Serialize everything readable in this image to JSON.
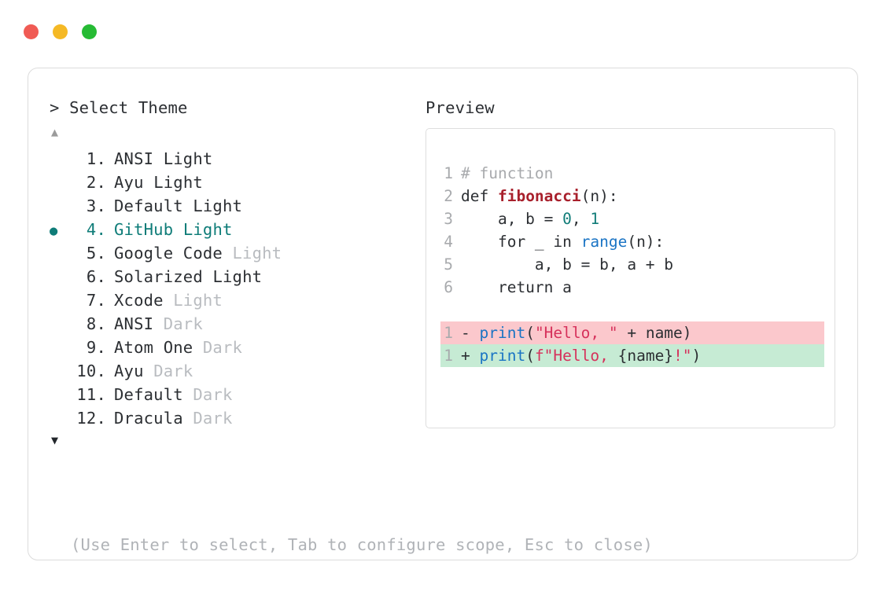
{
  "window": {
    "traffic_lights": [
      {
        "name": "close",
        "color": "#F05B54"
      },
      {
        "name": "minimize",
        "color": "#F5B925"
      },
      {
        "name": "maximize",
        "color": "#26BB34"
      }
    ]
  },
  "prompt": {
    "marker": ">",
    "title": "Select Theme",
    "scroll_up_glyph": "▲",
    "scroll_down_glyph": "▼",
    "selected_bullet": "●",
    "selected_index": 4,
    "accent_color": "#0E7C78",
    "muted_color": "#b9bcc0"
  },
  "themes": [
    {
      "index": "1.",
      "name": "ANSI",
      "variant": "Light",
      "variant_muted": false,
      "selected": false
    },
    {
      "index": "2.",
      "name": "Ayu",
      "variant": "Light",
      "variant_muted": false,
      "selected": false
    },
    {
      "index": "3.",
      "name": "Default",
      "variant": "Light",
      "variant_muted": false,
      "selected": false
    },
    {
      "index": "4.",
      "name": "GitHub",
      "variant": "Light",
      "variant_muted": false,
      "selected": true
    },
    {
      "index": "5.",
      "name": "Google Code",
      "variant": "Light",
      "variant_muted": true,
      "selected": false
    },
    {
      "index": "6.",
      "name": "Solarized",
      "variant": "Light",
      "variant_muted": false,
      "selected": false
    },
    {
      "index": "7.",
      "name": "Xcode",
      "variant": "Light",
      "variant_muted": true,
      "selected": false
    },
    {
      "index": "8.",
      "name": "ANSI",
      "variant": "Dark",
      "variant_muted": true,
      "selected": false
    },
    {
      "index": "9.",
      "name": "Atom One",
      "variant": "Dark",
      "variant_muted": true,
      "selected": false
    },
    {
      "index": "10.",
      "name": "Ayu",
      "variant": "Dark",
      "variant_muted": true,
      "selected": false
    },
    {
      "index": "11.",
      "name": "Default",
      "variant": "Dark",
      "variant_muted": true,
      "selected": false
    },
    {
      "index": "12.",
      "name": "Dracula",
      "variant": "Dark",
      "variant_muted": true,
      "selected": false
    }
  ],
  "preview": {
    "label": "Preview",
    "code_lines": [
      {
        "ln": "1",
        "tokens": [
          {
            "t": "# function",
            "c": "comment"
          }
        ]
      },
      {
        "ln": "2",
        "tokens": [
          {
            "t": "def ",
            "c": "kw"
          },
          {
            "t": "fibonacci",
            "c": "fn"
          },
          {
            "t": "(n):",
            "c": "punct"
          }
        ]
      },
      {
        "ln": "3",
        "tokens": [
          {
            "t": "    a, b = ",
            "c": "plain"
          },
          {
            "t": "0",
            "c": "num"
          },
          {
            "t": ", ",
            "c": "plain"
          },
          {
            "t": "1",
            "c": "num"
          }
        ]
      },
      {
        "ln": "4",
        "tokens": [
          {
            "t": "    for _ in ",
            "c": "plain"
          },
          {
            "t": "range",
            "c": "builtin"
          },
          {
            "t": "(n):",
            "c": "punct"
          }
        ]
      },
      {
        "ln": "5",
        "tokens": [
          {
            "t": "        a, b = b, a + b",
            "c": "plain"
          }
        ]
      },
      {
        "ln": "6",
        "tokens": [
          {
            "t": "    return a",
            "c": "plain"
          }
        ]
      }
    ],
    "diff_lines": [
      {
        "ln": "1",
        "sign": "-",
        "kind": "delete",
        "bg": "#FBC8CC",
        "tokens": [
          {
            "t": "print",
            "c": "builtin"
          },
          {
            "t": "(",
            "c": "punct"
          },
          {
            "t": "\"Hello, \"",
            "c": "str"
          },
          {
            "t": " + name)",
            "c": "plain"
          }
        ]
      },
      {
        "ln": "1",
        "sign": "+",
        "kind": "add",
        "bg": "#C6EBD4",
        "tokens": [
          {
            "t": "print",
            "c": "builtin"
          },
          {
            "t": "(",
            "c": "punct"
          },
          {
            "t": "f\"Hello, ",
            "c": "str"
          },
          {
            "t": "{name}",
            "c": "plain"
          },
          {
            "t": "!\"",
            "c": "str"
          },
          {
            "t": ")",
            "c": "punct"
          }
        ]
      }
    ]
  },
  "footer": {
    "hint": "(Use Enter to select, Tab to configure scope, Esc to close)"
  }
}
